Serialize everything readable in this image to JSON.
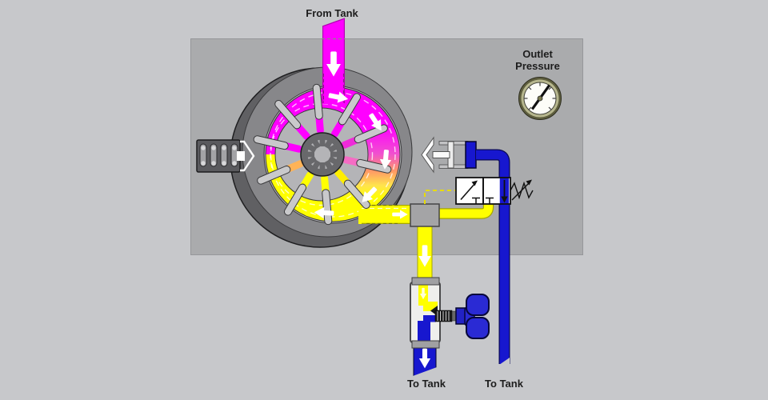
{
  "labels": {
    "from_tank": "From Tank",
    "outlet_pressure_line1": "Outlet",
    "outlet_pressure_line2": "Pressure",
    "to_tank_flow_valve": "To Tank",
    "to_tank_compensator": "To Tank"
  },
  "colors": {
    "background": "#c7c8cb",
    "panel": "#aaabad",
    "inlet_fluid_magenta": "#ff00ff",
    "pressure_fluid_yellow": "#ffff00",
    "tank_line_blue": "#1717cf",
    "pump_housing_gray": "#87878a",
    "gauge_rim_olive": "#5e5e3e"
  }
}
